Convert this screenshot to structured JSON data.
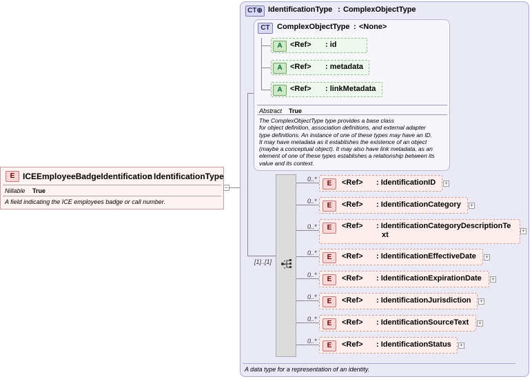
{
  "main_element": {
    "badge": "E",
    "name": "ICEEmployeeBadgeIdentification",
    "type_sep": ":",
    "type": "IdentificationType",
    "prop_label": "Nillable",
    "prop_value": "True",
    "doc": "A field indicating the ICE employees badge or call number."
  },
  "outer_type": {
    "badge": "CT",
    "name": "IdentificationType",
    "type_sep": ":",
    "base": "ComplexObjectType",
    "doc": "A data type for a representation of an identity."
  },
  "inner_type": {
    "badge": "CT",
    "name": "ComplexObjectType",
    "type_sep": ":",
    "base": "<None>",
    "attributes": [
      {
        "badge": "A",
        "ref": "<Ref>",
        "name": ": id"
      },
      {
        "badge": "A",
        "ref": "<Ref>",
        "name": ": metadata"
      },
      {
        "badge": "A",
        "ref": "<Ref>",
        "name": ": linkMetadata"
      }
    ],
    "prop_label": "Abstract",
    "prop_value": "True",
    "doc_lines": [
      "The ComplexObjectType type provides a base class",
      "for object definition, association definitions, and external adapter",
      "type definitions. An instance of one of these types may have an ID.",
      "It may have metadata as it establishes the existence of an object",
      "(maybe a conceptual object). It may also have link metadata, as an",
      "element of one of these types establishes a relationship between its",
      "value and its context."
    ]
  },
  "sequence": {
    "occurrence": "[1]..[1]"
  },
  "elements": [
    {
      "badge": "E",
      "occ": "0..*",
      "ref": "<Ref>",
      "name": ": IdentificationID",
      "name2": ""
    },
    {
      "badge": "E",
      "occ": "0..*",
      "ref": "<Ref>",
      "name": ": IdentificationCategory",
      "name2": ""
    },
    {
      "badge": "E",
      "occ": "0..*",
      "ref": "<Ref>",
      "name": ": IdentificationCategoryDescriptionTe",
      "name2": "xt"
    },
    {
      "badge": "E",
      "occ": "0..*",
      "ref": "<Ref>",
      "name": ": IdentificationEffectiveDate",
      "name2": ""
    },
    {
      "badge": "E",
      "occ": "0..*",
      "ref": "<Ref>",
      "name": ": IdentificationExpirationDate",
      "name2": ""
    },
    {
      "badge": "E",
      "occ": "0..*",
      "ref": "<Ref>",
      "name": ": IdentificationJurisdiction",
      "name2": ""
    },
    {
      "badge": "E",
      "occ": "0..*",
      "ref": "<Ref>",
      "name": ": IdentificationSourceText",
      "name2": ""
    },
    {
      "badge": "E",
      "occ": "0..*",
      "ref": "<Ref>",
      "name": ": IdentificationStatus",
      "name2": ""
    }
  ],
  "expand_symbol": "+",
  "collapse_symbol": "−"
}
